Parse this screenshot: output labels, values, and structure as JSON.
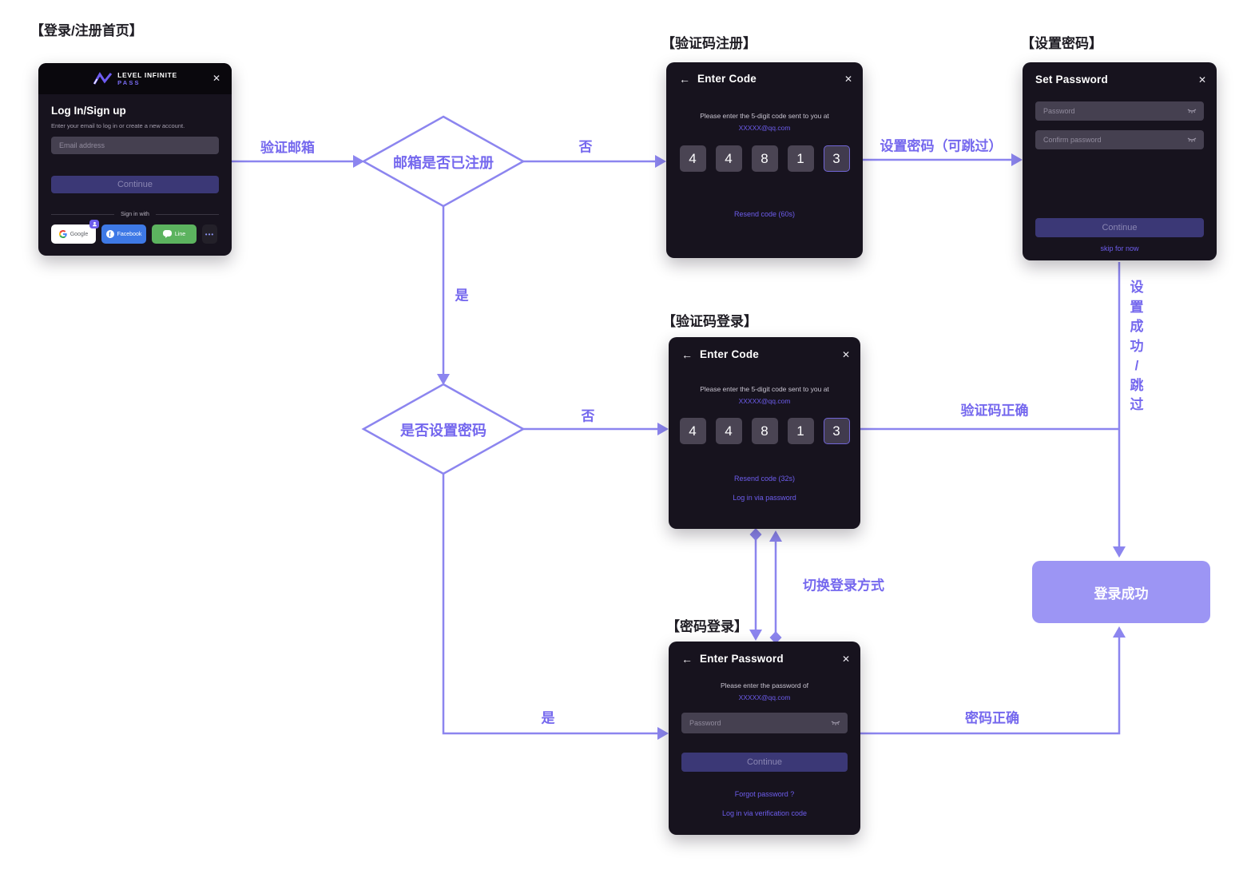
{
  "sections": {
    "login_home": "【登录/注册首页】",
    "code_register": "【验证码注册】",
    "set_password": "【设置密码】",
    "code_login": "【验证码登录】",
    "password_login": "【密码登录】"
  },
  "flow": {
    "diamond_email_registered": "邮箱是否已注册",
    "diamond_password_set": "是否设置密码",
    "edge_verify_email": "验证邮箱",
    "edge_no_top": "否",
    "edge_no_mid": "否",
    "edge_yes_top": "是",
    "edge_yes_bottom": "是",
    "edge_set_password": "设置密码（可跳过）",
    "edge_code_correct": "验证码正确",
    "edge_password_correct": "密码正确",
    "edge_switch_login": "切换登录方式",
    "edge_setup_done_vertical": "设\n置\n成\n功\n/\n跳\n过",
    "success_label": "登录成功"
  },
  "colors": {
    "arrow": "#8c85ef",
    "label": "#7568ee",
    "success_box": "#9c95f4",
    "card_bg": "#17131e",
    "link": "#6d5ded",
    "continue_bg": "#3b3876",
    "facebook": "#3e79e6",
    "line_green": "#5cb35f"
  },
  "cards": {
    "login_home": {
      "logo_line1": "LEVEL INFINITE",
      "logo_line2": "PASS",
      "close": "✕",
      "title": "Log In/Sign up",
      "subtitle": "Enter your email to log in or create a new account.",
      "email_placeholder": "Email address",
      "continue_label": "Continue",
      "divider": "Sign in with",
      "google": "Google",
      "facebook": "Facebook",
      "line": "Line",
      "more": "•••"
    },
    "code_register": {
      "back": "←",
      "title": "Enter Code",
      "close": "✕",
      "instruction": "Please enter the 5-digit code sent to you at",
      "email": "XXXXX@qq.com",
      "digits": [
        "4",
        "4",
        "8",
        "1",
        "3"
      ],
      "resend": "Resend code (60s)"
    },
    "set_password": {
      "title": "Set Password",
      "close": "✕",
      "password_placeholder": "Password",
      "confirm_placeholder": "Confirm password",
      "continue_label": "Continue",
      "skip": "skip for now"
    },
    "code_login": {
      "back": "←",
      "title": "Enter Code",
      "close": "✕",
      "instruction": "Please enter the 5-digit code sent to you at",
      "email": "XXXXX@qq.com",
      "digits": [
        "4",
        "4",
        "8",
        "1",
        "3"
      ],
      "resend": "Resend code (32s)",
      "alt_link": "Log in via password"
    },
    "password_login": {
      "back": "←",
      "title": "Enter Password",
      "close": "✕",
      "instruction": "Please enter the password of",
      "email": "XXXXX@qq.com",
      "password_placeholder": "Password",
      "continue_label": "Continue",
      "forgot": "Forgot password ?",
      "alt_link": "Log in via verification code"
    }
  }
}
